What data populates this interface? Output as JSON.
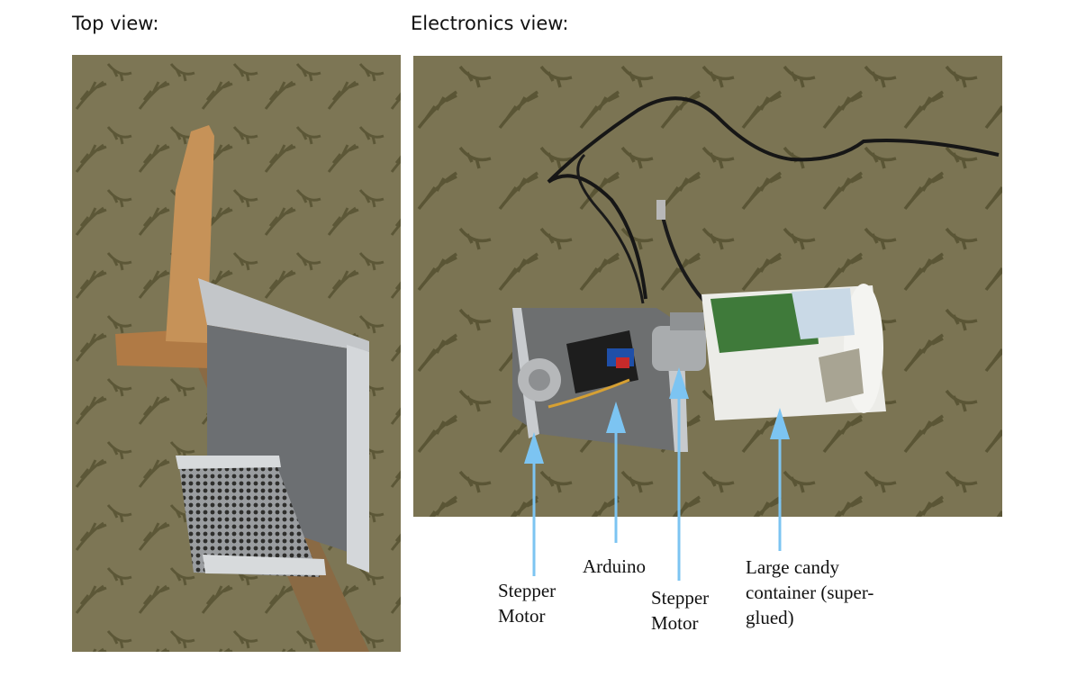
{
  "headings": {
    "top_view": "Top view:",
    "electronics_view": "Electronics view:"
  },
  "labels": {
    "stepper_motor_left": {
      "line1": "Stepper",
      "line2": "Motor"
    },
    "arduino": "Arduino",
    "stepper_motor_right": {
      "line1": "Stepper",
      "line2": "Motor"
    },
    "candy_container": {
      "line1": "Large candy",
      "line2": "container (super-",
      "line3": "glued)"
    }
  },
  "colors": {
    "arrow": "#7cc4f2",
    "carpet": "#7a7352",
    "carpet_pattern": "#5b5636",
    "wood": "#c08a52",
    "metal": "#b9bcbf",
    "container_white": "#eeeeea",
    "container_green": "#3f7a3a"
  }
}
